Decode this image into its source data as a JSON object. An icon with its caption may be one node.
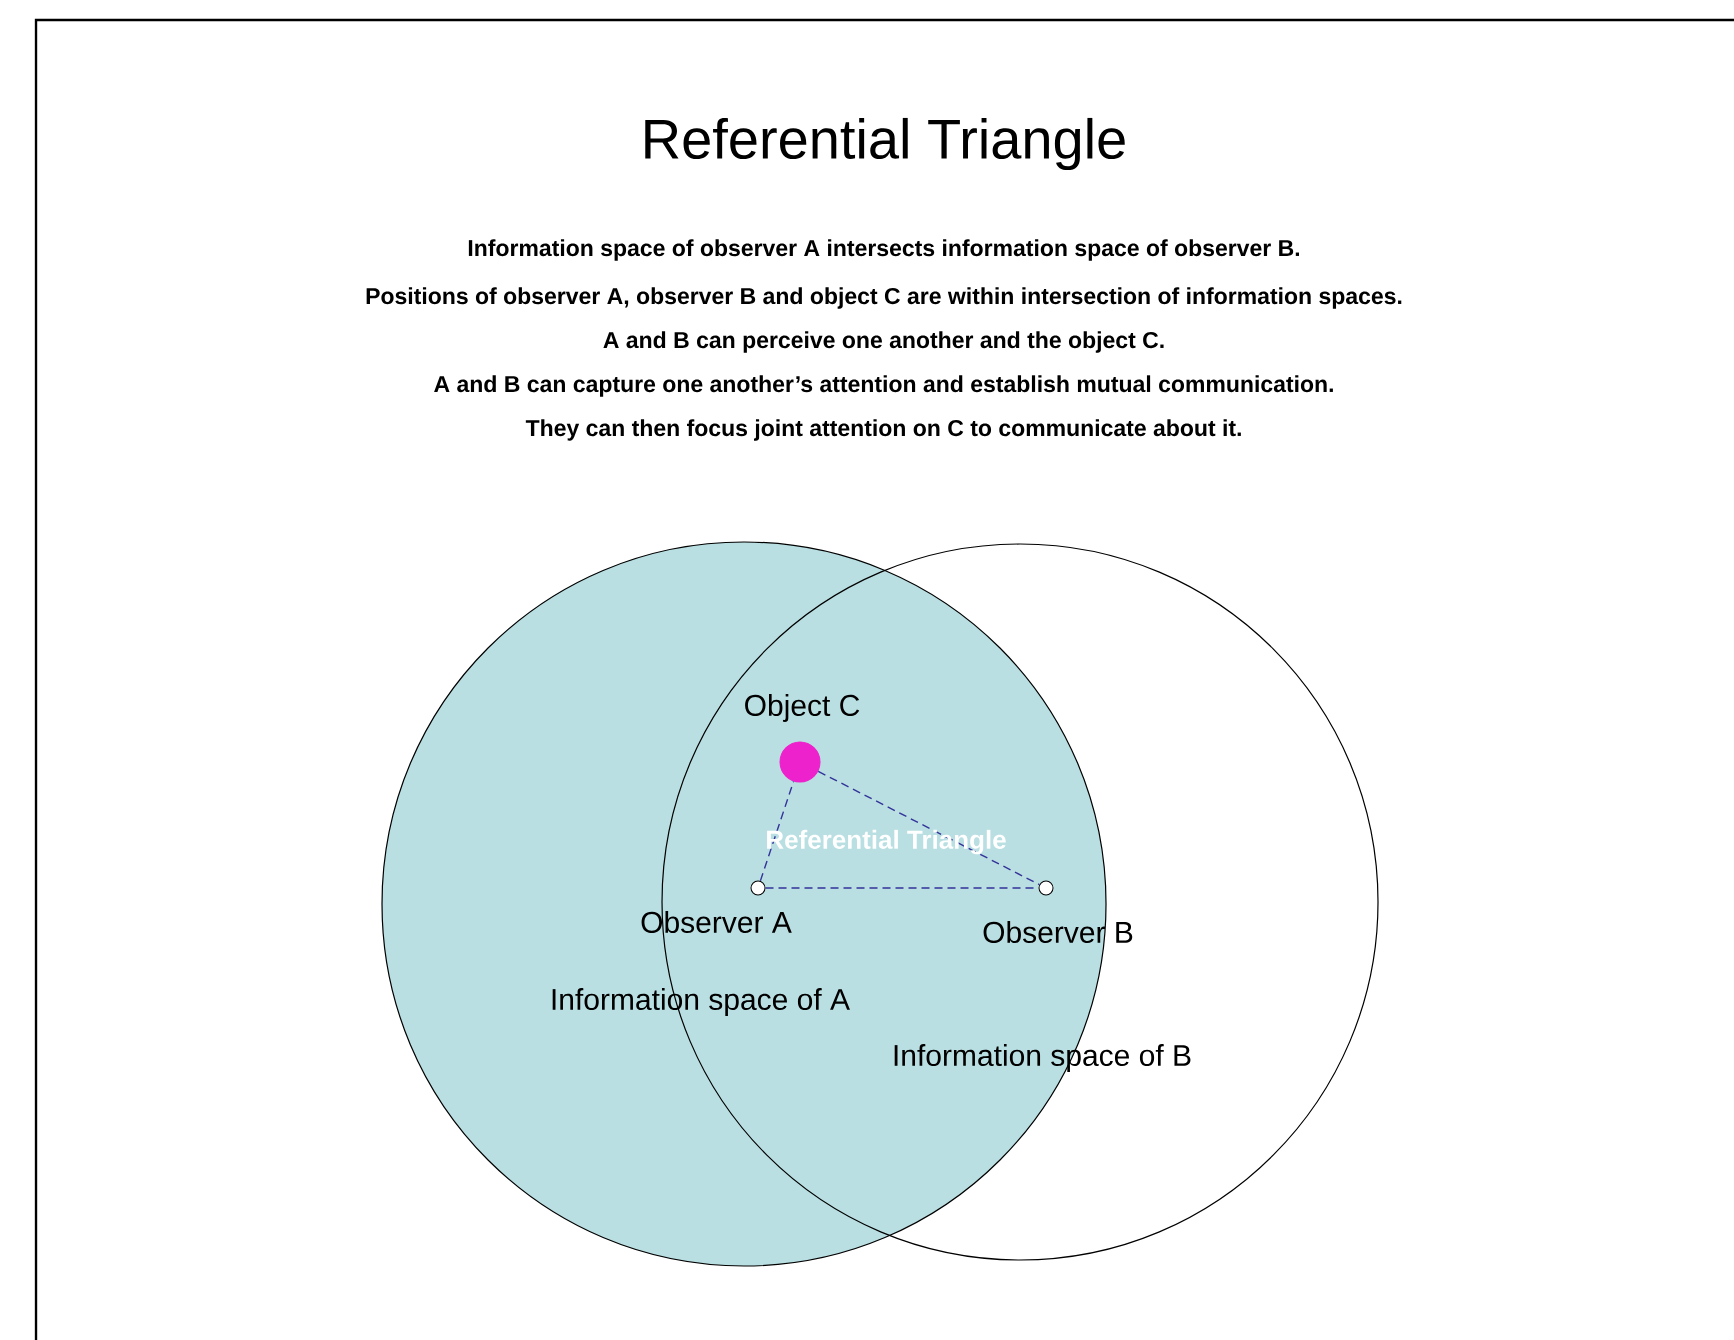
{
  "diagram": {
    "title": "Referential Triangle",
    "nodes": [
      {
        "text": [],
        "shape": "circle",
        "beside": [
          "Object C"
        ]
      },
      {
        "text": [],
        "shape": "circle",
        "beside": [
          "Observer A"
        ]
      },
      {
        "text": [],
        "shape": "circle",
        "beside": [
          "Observer B"
        ]
      }
    ],
    "edges": [
      {
        "from": 1,
        "to": 0,
        "arrow": "none",
        "style": "dashed"
      },
      {
        "from": 0,
        "to": 2,
        "arrow": "none",
        "style": "dashed"
      },
      {
        "from": 1,
        "to": 2,
        "arrow": "none",
        "style": "dashed"
      }
    ],
    "labels": [
      "Information space of observer A intersects information space of observer B.",
      "Positions of observer A, observer B and object C are within intersection of information spaces.",
      "A and B can perceive one another and the object C.",
      "A and B can capture one another’s attention and establish mutual communication.",
      "They can then focus joint attention on C to communicate about it.",
      "Referential Triangle",
      "Information space of A",
      "Information space of B"
    ]
  }
}
